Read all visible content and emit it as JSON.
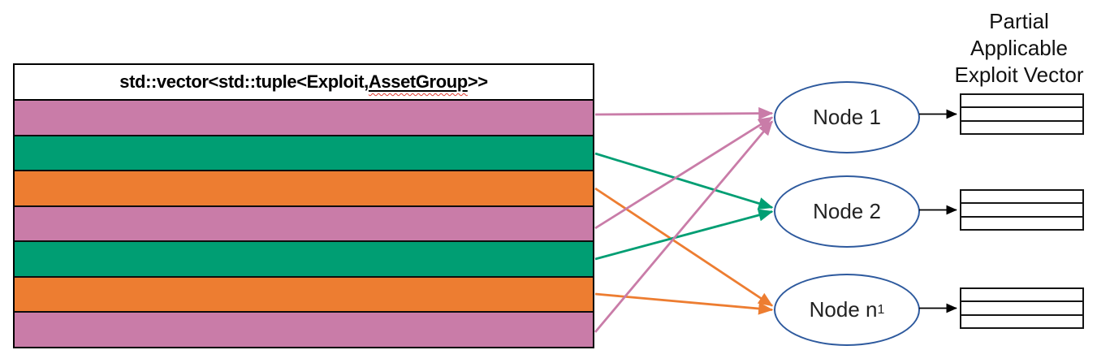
{
  "header": {
    "prefix": "std::vector<std::tuple<Exploit, ",
    "underlined": "AssetGroup",
    "suffix": ">>"
  },
  "palette": {
    "pink": "#C97CA8",
    "green": "#009E73",
    "orange": "#ED7D31",
    "node_border": "#2E5A9E",
    "black": "#000000",
    "spellcheck_red": "#E03C31"
  },
  "rows": [
    "pink",
    "green",
    "orange",
    "pink",
    "green",
    "orange",
    "pink"
  ],
  "nodes": [
    {
      "label": "Node 1",
      "subscript": ""
    },
    {
      "label": "Node 2",
      "subscript": ""
    },
    {
      "label": "Node n",
      "subscript": "1"
    }
  ],
  "connections": [
    {
      "row": 0,
      "node": 0
    },
    {
      "row": 1,
      "node": 1
    },
    {
      "row": 2,
      "node": 2
    },
    {
      "row": 3,
      "node": 0
    },
    {
      "row": 4,
      "node": 1
    },
    {
      "row": 5,
      "node": 2
    },
    {
      "row": 6,
      "node": 0
    }
  ],
  "right_label": {
    "lines": [
      "Partial",
      "Applicable",
      "Exploit Vector"
    ]
  },
  "tables": {
    "count": 3,
    "rows_per_table": 3
  }
}
